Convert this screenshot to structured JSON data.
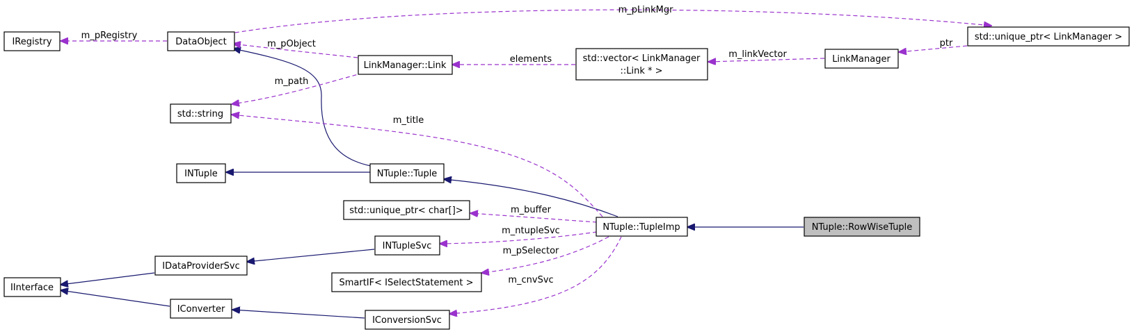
{
  "nodes": {
    "iregistry": "IRegistry",
    "dataobject": "DataObject",
    "std_string": "std::string",
    "intuple": "INTuple",
    "linkmanager_link": "LinkManager::Link",
    "std_vector_line1": "std::vector< LinkManager",
    "std_vector_line2": "::Link * >",
    "linkmanager": "LinkManager",
    "unique_ptr_linkmanager": "std::unique_ptr< LinkManager >",
    "ntuple_tuple": "NTuple::Tuple",
    "unique_ptr_char": "std::unique_ptr< char[]>",
    "ntuple_tupleimp": "NTuple::TupleImp",
    "ntuple_rowwisetuple": "NTuple::RowWiseTuple",
    "intuplesvc": "INTupleSvc",
    "idataprovidersvc": "IDataProviderSvc",
    "smartif": "SmartIF< ISelectStatement >",
    "iinterface": "IInterface",
    "iconverter": "IConverter",
    "iconversionsvc": "IConversionSvc"
  },
  "edge_labels": {
    "m_pLinkMgr": "m_pLinkMgr",
    "m_pRegistry": "m_pRegistry",
    "m_pObject": "m_pObject",
    "elements": "elements",
    "m_linkVector": "m_linkVector",
    "ptr": "ptr",
    "m_path": "m_path",
    "m_title": "m_title",
    "m_buffer": "m_buffer",
    "m_ntupleSvc": "m_ntupleSvc",
    "m_pSelector": "m_pSelector",
    "m_cnvSvc": "m_cnvSvc"
  },
  "colors": {
    "inheritance_edge": "#191970",
    "usage_edge": "#9a32cd",
    "highlight_fill": "#bfbfbf"
  }
}
